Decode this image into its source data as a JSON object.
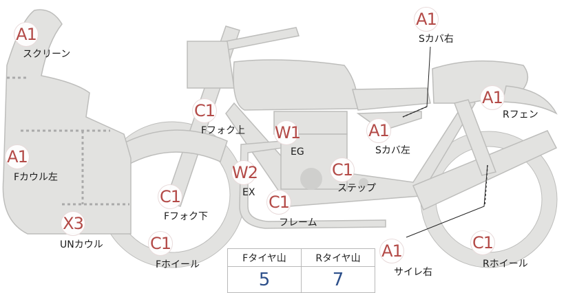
{
  "colors": {
    "body": "#e2e2e0",
    "outline": "#bdbdbb",
    "badge_text": "#b34a47",
    "value_text": "#2d4f8a"
  },
  "parts": [
    {
      "id": "screen",
      "code": "A1",
      "label": "スクリーン"
    },
    {
      "id": "fcowl_l",
      "code": "A1",
      "label": "Fカウル左"
    },
    {
      "id": "un_cowl",
      "code": "X3",
      "label": "UNカウル"
    },
    {
      "id": "ffork_up",
      "code": "C1",
      "label": "Fフォク上"
    },
    {
      "id": "ffork_lo",
      "code": "C1",
      "label": "Fフォク下"
    },
    {
      "id": "fwheel",
      "code": "C1",
      "label": "Fホイール"
    },
    {
      "id": "eg",
      "code": "W1",
      "label": "EG"
    },
    {
      "id": "ex",
      "code": "W2",
      "label": "EX"
    },
    {
      "id": "frame",
      "code": "C1",
      "label": "フレーム"
    },
    {
      "id": "step",
      "code": "C1",
      "label": "ステップ"
    },
    {
      "id": "scover_l",
      "code": "A1",
      "label": "Sカバ左"
    },
    {
      "id": "scover_r",
      "code": "A1",
      "label": "Sカバ右"
    },
    {
      "id": "rfender",
      "code": "A1",
      "label": "Rフェン"
    },
    {
      "id": "muffler",
      "code": "A1",
      "label": "サイレ右"
    },
    {
      "id": "rwheel",
      "code": "C1",
      "label": "Rホイール"
    }
  ],
  "tire_table": {
    "headers": [
      "Fタイヤ山",
      "Rタイヤ山"
    ],
    "values": [
      "5",
      "7"
    ]
  }
}
